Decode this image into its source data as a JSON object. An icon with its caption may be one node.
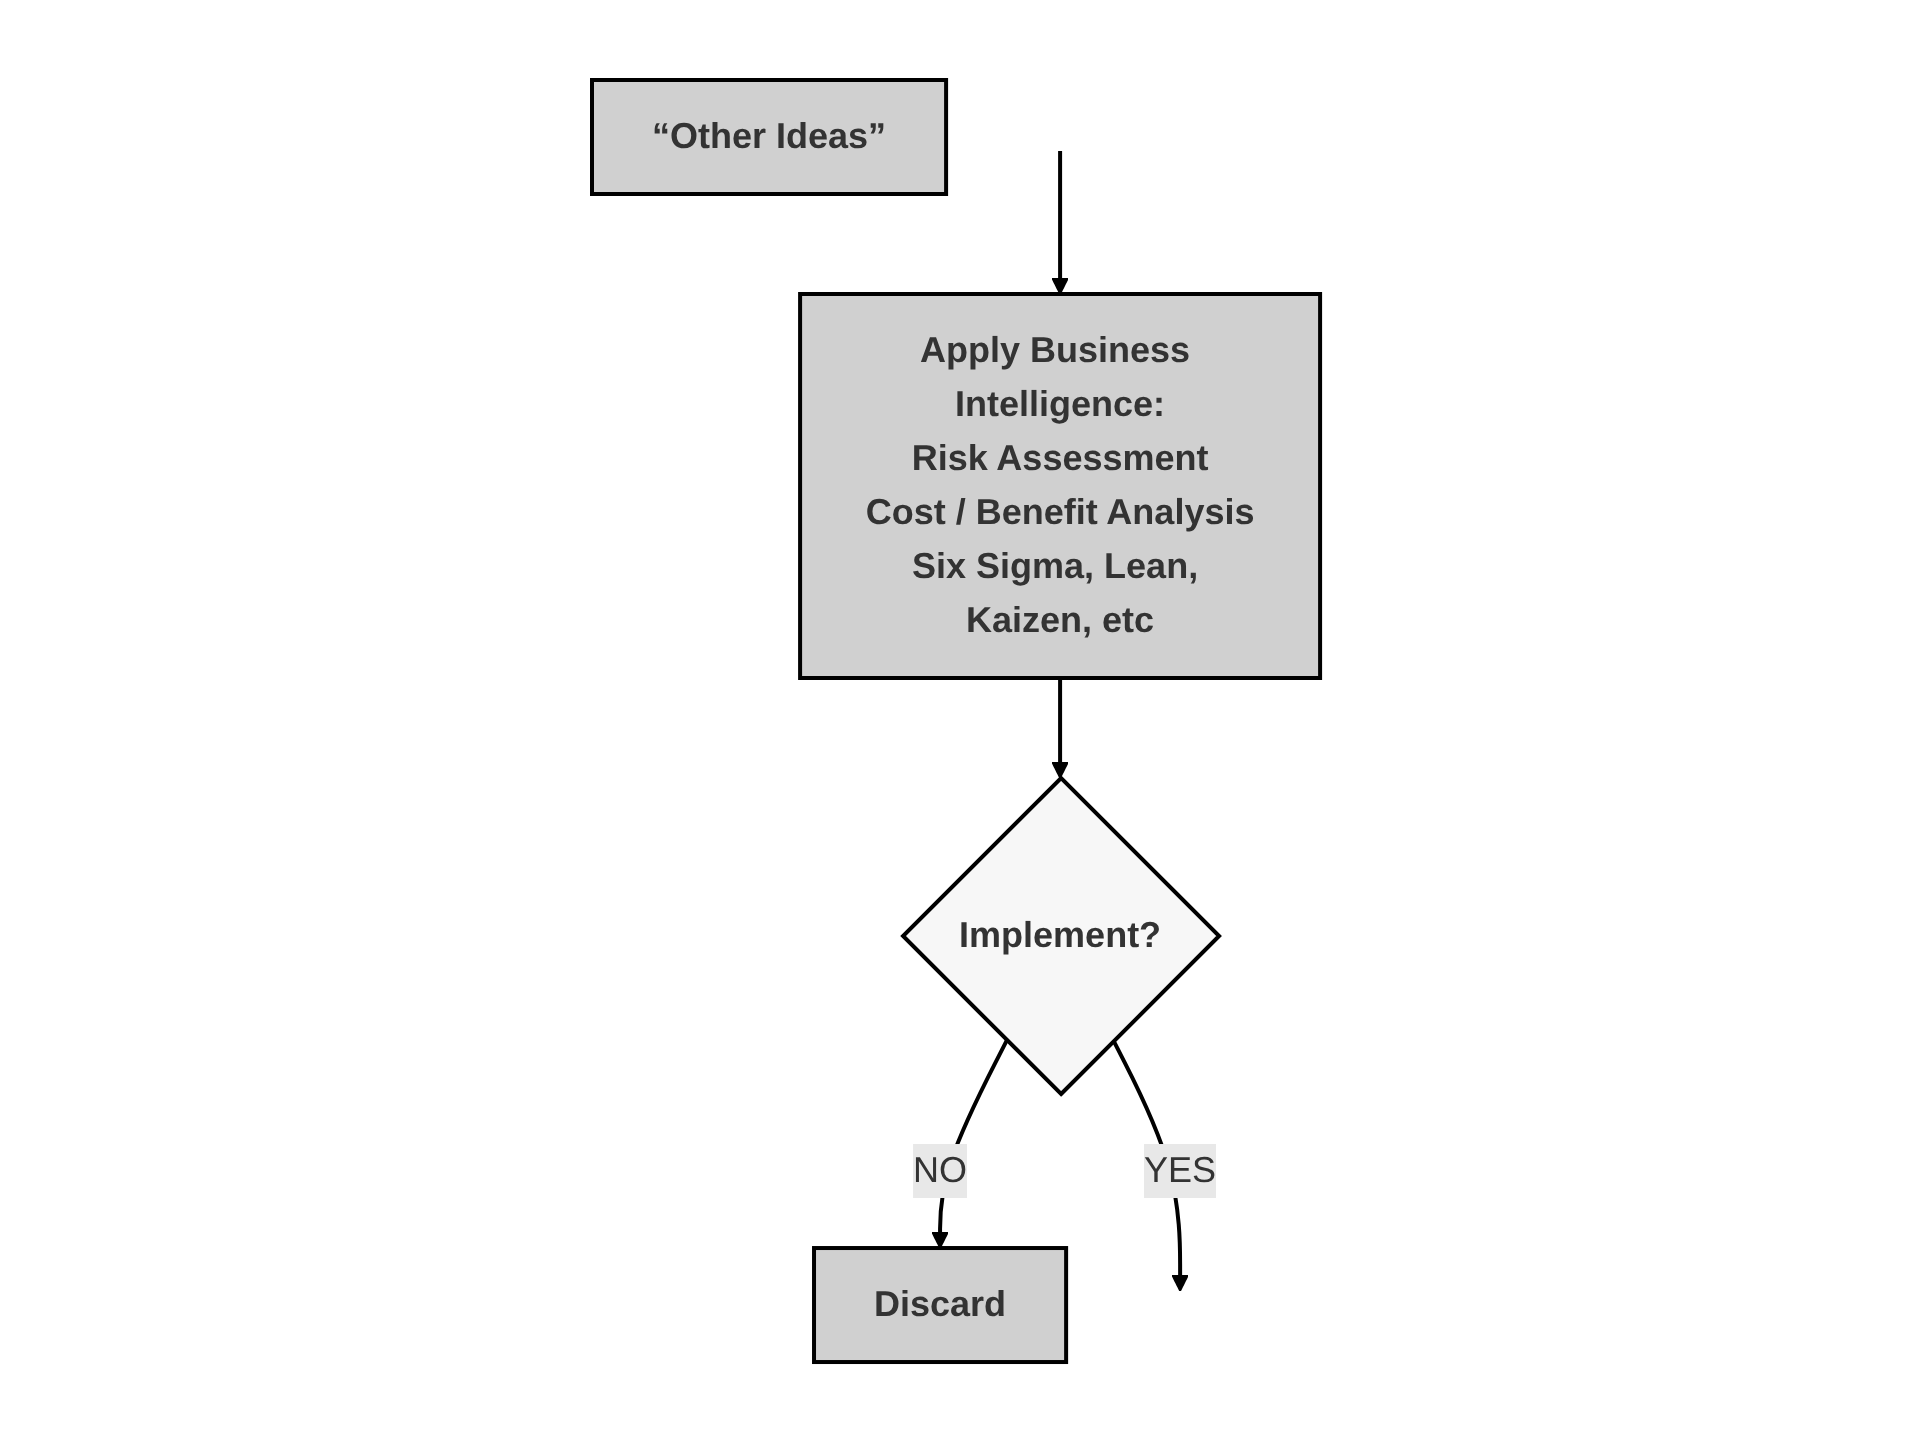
{
  "diagram": {
    "nodes": [
      {
        "text": [
          "Apply Business Intelligence:",
          "Risk Assessment",
          "Cost / Benefit Analysis",
          "Six Sigma, Lean, Kaizen, etc"
        ]
      },
      {
        "text": [
          "Implement?"
        ]
      },
      {
        "text": [
          "“Other Ideas”"
        ]
      },
      {
        "text": [
          "Discard"
        ]
      }
    ],
    "edges": [
      {
        "from": null,
        "to": 0,
        "arrow": "to"
      },
      {
        "from": 0,
        "to": 1,
        "arrow": "to"
      },
      {
        "from": 1,
        "to": 3,
        "arrow": "to",
        "label": "NO"
      },
      {
        "from": 1,
        "to": null,
        "arrow": "to",
        "label": "YES"
      }
    ]
  }
}
